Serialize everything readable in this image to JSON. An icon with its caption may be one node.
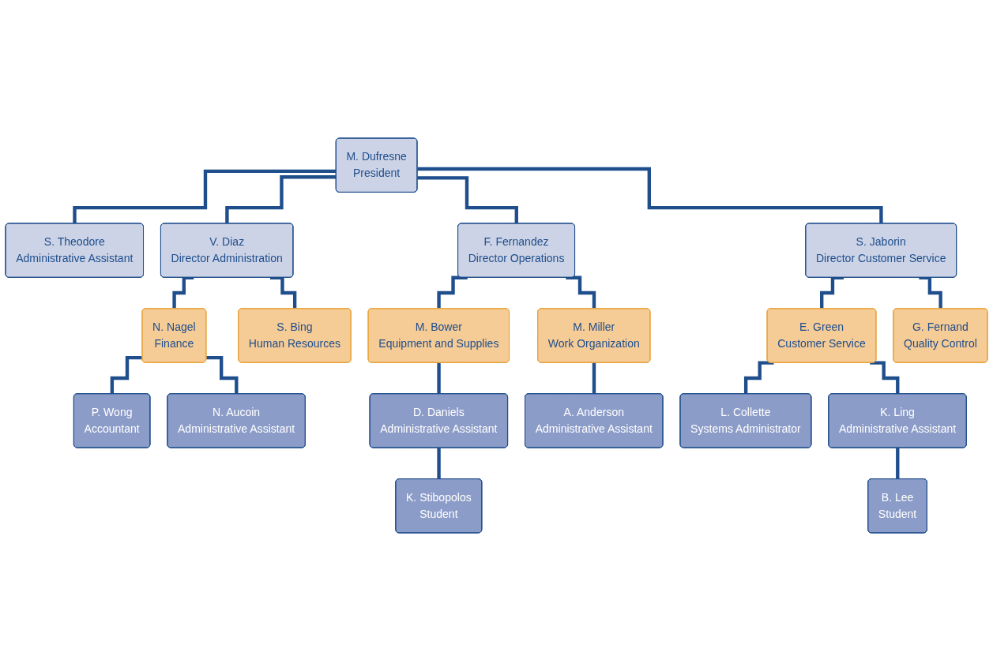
{
  "diagram": {
    "nodes": [
      {
        "text": [
          "M. Dufresne",
          "President"
        ]
      },
      {
        "text": [
          "S. Theodore",
          "Administrative Assistant"
        ]
      },
      {
        "text": [
          "V. Diaz",
          "Director Administration"
        ]
      },
      {
        "text": [
          "F. Fernandez",
          "Director Operations"
        ]
      },
      {
        "text": [
          "S. Jaborin",
          "Director Customer Service"
        ]
      },
      {
        "text": [
          "N. Nagel",
          "Finance"
        ]
      },
      {
        "text": [
          "S. Bing",
          "Human Resources"
        ]
      },
      {
        "text": [
          "P. Wong",
          "Accountant"
        ]
      },
      {
        "text": [
          "N. Aucoin",
          "Administrative Assistant"
        ]
      },
      {
        "text": [
          "M. Bower",
          "Equipment and Supplies"
        ]
      },
      {
        "text": [
          "M. Miller",
          "Work Organization"
        ]
      },
      {
        "text": [
          "D. Daniels",
          "Administrative Assistant"
        ]
      },
      {
        "text": [
          "K. Stibopolos",
          "Student"
        ]
      },
      {
        "text": [
          "A. Anderson",
          "Administrative Assistant"
        ]
      },
      {
        "text": [
          "E. Green",
          "Customer Service"
        ]
      },
      {
        "text": [
          "G. Fernand",
          "Quality Control"
        ]
      },
      {
        "text": [
          "L. Collette",
          "Systems Administrator"
        ]
      },
      {
        "text": [
          "K. Ling",
          "Administrative Assistant"
        ]
      },
      {
        "text": [
          "B. Lee",
          "Student"
        ]
      }
    ],
    "edges": [
      {
        "from": 0,
        "to": 1,
        "arrow": "none"
      },
      {
        "from": 0,
        "to": 2,
        "arrow": "none"
      },
      {
        "from": 0,
        "to": 3,
        "arrow": "none"
      },
      {
        "from": 0,
        "to": 4,
        "arrow": "none"
      },
      {
        "from": 2,
        "to": 5,
        "arrow": "none"
      },
      {
        "from": 2,
        "to": 6,
        "arrow": "none"
      },
      {
        "from": 5,
        "to": 7,
        "arrow": "none"
      },
      {
        "from": 5,
        "to": 8,
        "arrow": "none"
      },
      {
        "from": 3,
        "to": 9,
        "arrow": "none"
      },
      {
        "from": 3,
        "to": 10,
        "arrow": "none"
      },
      {
        "from": 9,
        "to": 11,
        "arrow": "none"
      },
      {
        "from": 11,
        "to": 12,
        "arrow": "none"
      },
      {
        "from": 10,
        "to": 13,
        "arrow": "none"
      },
      {
        "from": 4,
        "to": 14,
        "arrow": "none"
      },
      {
        "from": 4,
        "to": 15,
        "arrow": "none"
      },
      {
        "from": 14,
        "to": 16,
        "arrow": "none"
      },
      {
        "from": 14,
        "to": 17,
        "arrow": "none"
      },
      {
        "from": 17,
        "to": 18,
        "arrow": "none"
      }
    ]
  }
}
